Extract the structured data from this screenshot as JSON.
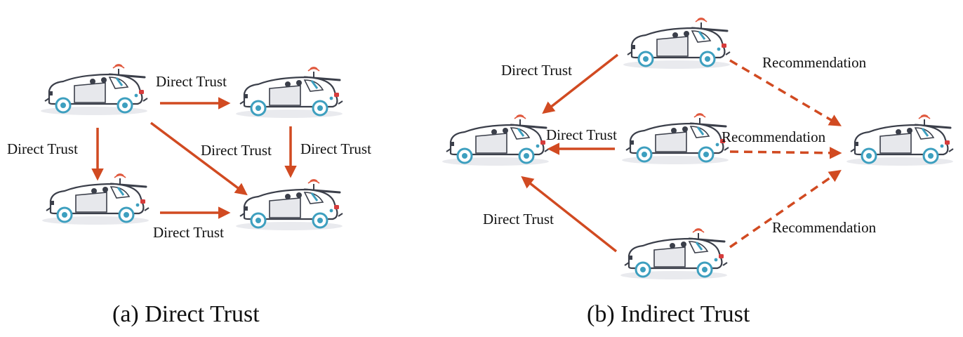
{
  "colors": {
    "arrow": "#d14a21",
    "car_outline": "#3b3f4a",
    "car_body": "#ffffff",
    "car_panel": "#e7e8ec",
    "wheel": "#3d9fbf",
    "antenna_signal": "#e0583d",
    "light": "#d63c3c",
    "shadow": "#e9eaee",
    "window_blue": "#3d9fbf"
  },
  "panel_a": {
    "caption": "(a) Direct Trust",
    "cars": [
      {
        "id": "a1",
        "icon": "autonomous-car-icon"
      },
      {
        "id": "a2",
        "icon": "autonomous-car-icon"
      },
      {
        "id": "a3",
        "icon": "autonomous-car-icon"
      },
      {
        "id": "a4",
        "icon": "autonomous-car-icon"
      }
    ],
    "edges": [
      {
        "from": "a1",
        "to": "a2",
        "label": "Direct Trust",
        "style": "solid"
      },
      {
        "from": "a1",
        "to": "a3",
        "label": "Direct Trust",
        "style": "solid"
      },
      {
        "from": "a1",
        "to": "a4",
        "label": "Direct Trust",
        "style": "solid"
      },
      {
        "from": "a2",
        "to": "a4",
        "label": "Direct Trust",
        "style": "solid"
      },
      {
        "from": "a3",
        "to": "a4",
        "label": "Direct Trust",
        "style": "solid"
      }
    ]
  },
  "panel_b": {
    "caption": "(b) Indirect Trust",
    "cars": [
      {
        "id": "b_left",
        "icon": "autonomous-car-icon"
      },
      {
        "id": "b_top",
        "icon": "autonomous-car-icon"
      },
      {
        "id": "b_mid",
        "icon": "autonomous-car-icon"
      },
      {
        "id": "b_bottom",
        "icon": "autonomous-car-icon"
      },
      {
        "id": "b_right",
        "icon": "autonomous-car-icon"
      }
    ],
    "edges": [
      {
        "from": "b_top",
        "to": "b_left",
        "label": "Direct Trust",
        "style": "solid"
      },
      {
        "from": "b_mid",
        "to": "b_left",
        "label": "Direct Trust",
        "style": "solid"
      },
      {
        "from": "b_bottom",
        "to": "b_left",
        "label": "Direct Trust",
        "style": "solid"
      },
      {
        "from": "b_top",
        "to": "b_right",
        "label": "Recommendation",
        "style": "dashed"
      },
      {
        "from": "b_mid",
        "to": "b_right",
        "label": "Recommendation",
        "style": "dashed"
      },
      {
        "from": "b_bottom",
        "to": "b_right",
        "label": "Recommendation",
        "style": "dashed"
      }
    ]
  }
}
